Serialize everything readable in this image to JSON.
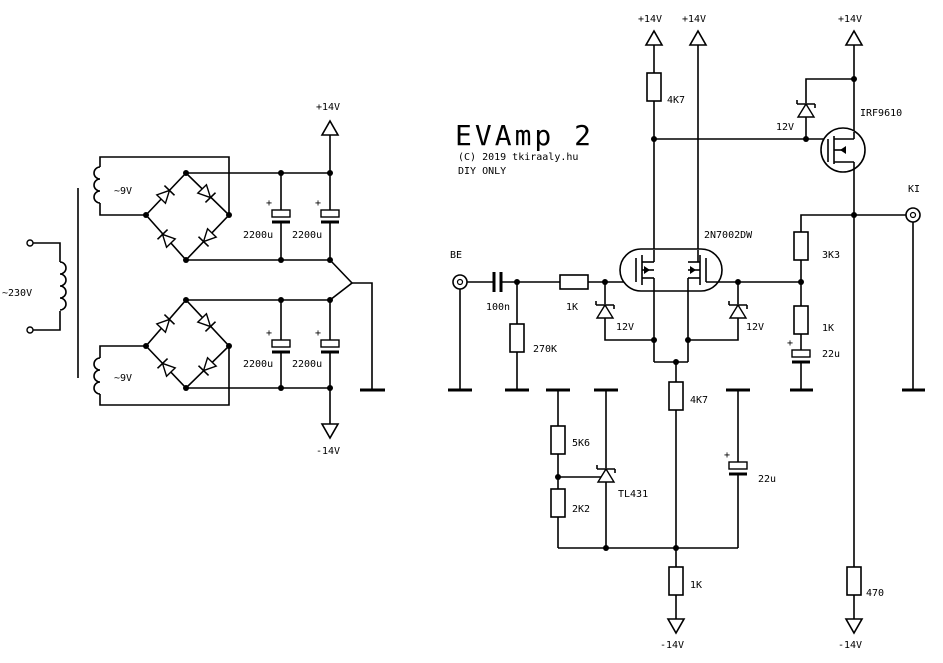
{
  "title": "EVAmp 2",
  "copyright": "(C) 2019 tkiraaly.hu",
  "notice": "DIY ONLY",
  "power": {
    "mains": "~230V",
    "secondary_top": "~9V",
    "secondary_bottom": "~9V",
    "rail_pos": "+14V",
    "rail_neg": "-14V",
    "cap_labels": [
      "2200u",
      "2200u",
      "2200u",
      "2200u"
    ]
  },
  "amp": {
    "input_label": "BE",
    "output_label": "KI",
    "rail_labels": [
      "+14V",
      "+14V",
      "+14V"
    ],
    "neg_rail_labels": [
      "-14V",
      "-14V"
    ],
    "c_in": "100n",
    "r_bias": "270K",
    "r_gate1": "1K",
    "r_drain": "4K7",
    "r_tail": "4K7",
    "r_fb1": "3K3",
    "r_fb2": "1K",
    "c_fb": "22u",
    "r_ref_top": "5K6",
    "r_ref_bot": "2K2",
    "ref_ic": "TL431",
    "c_ref": "22u",
    "r_emit": "1K",
    "r_out": "470",
    "zener_gate_left": "12V",
    "zener_gate_right": "12V",
    "zener_out": "12V",
    "dual_fet": "2N7002DW",
    "pfet": "IRF9610"
  }
}
